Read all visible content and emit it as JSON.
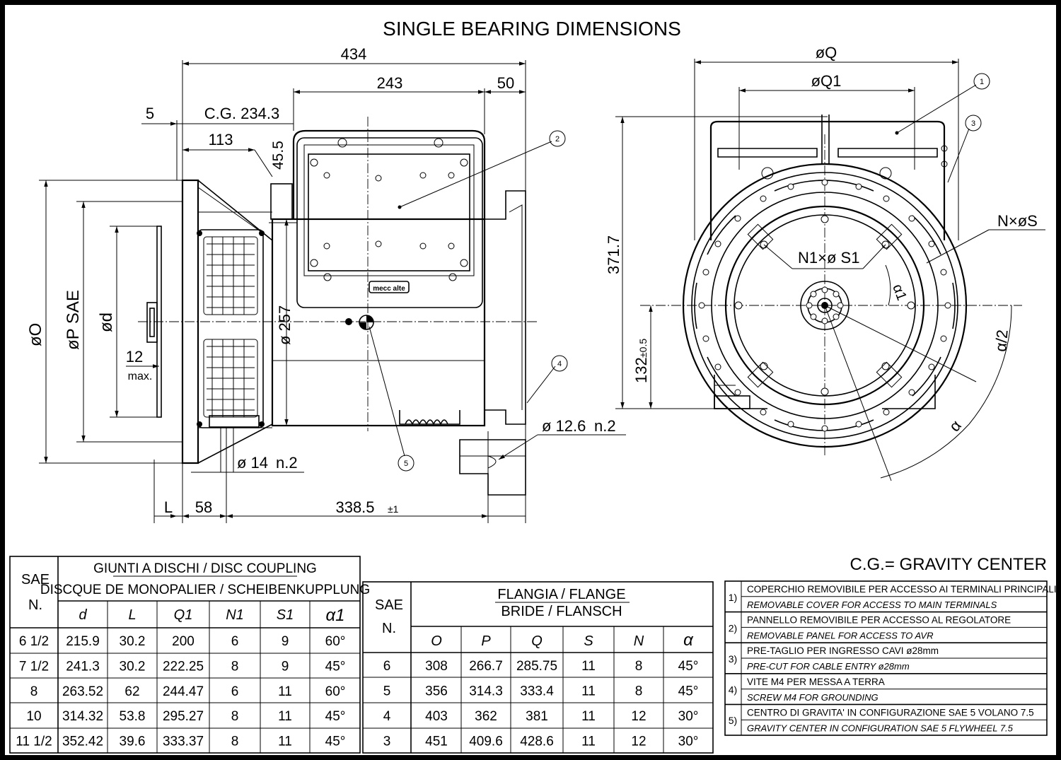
{
  "title": "SINGLE BEARING DIMENSIONS",
  "gravity_center_note": "C.G.= GRAVITY CENTER",
  "side_view": {
    "dims": {
      "overall": "434",
      "frame": "243",
      "end": "50",
      "offset": "5",
      "cg": "C.G. 234.3",
      "d113": "113",
      "d455": "45.5",
      "phi_o": "øO",
      "phi_p": "øP SAE",
      "phi_d": "ød",
      "max_val": "12",
      "max_label": "max.",
      "phi257": "ø 257",
      "phi14": "ø 14",
      "phi14_n": "n.2",
      "phi126": "ø 12.6",
      "phi126_n": "n.2",
      "l": "L",
      "d58": "58",
      "d3385": "338.5",
      "tol1": "±1"
    },
    "brand": "mecc alte"
  },
  "front_view": {
    "dims": {
      "phi_q": "øQ",
      "phi_q1": "øQ1",
      "h3717": "371.7",
      "h132": "132",
      "tol05": "±0.5",
      "nxs": "N×øS",
      "n1s1": "N1×ø S1",
      "alpha1": "α1",
      "alpha_half": "α/2",
      "alpha": "α"
    }
  },
  "callouts": [
    "1",
    "2",
    "3",
    "4",
    "5"
  ],
  "disc_table": {
    "sae_head": "SAE",
    "n_head": "N.",
    "title1": "GIUNTI A DISCHI / DISC COUPLING",
    "title2": "DISCQUE DE MONOPALIER / SCHEIBENKUPPLUNG",
    "columns": [
      "d",
      "L",
      "Q1",
      "N1",
      "S1",
      "α1"
    ],
    "rows": [
      [
        "6 1/2",
        "215.9",
        "30.2",
        "200",
        "6",
        "9",
        "60°"
      ],
      [
        "7 1/2",
        "241.3",
        "30.2",
        "222.25",
        "8",
        "9",
        "45°"
      ],
      [
        "8",
        "263.52",
        "62",
        "244.47",
        "6",
        "11",
        "60°"
      ],
      [
        "10",
        "314.32",
        "53.8",
        "295.27",
        "8",
        "11",
        "45°"
      ],
      [
        "11 1/2",
        "352.42",
        "39.6",
        "333.37",
        "8",
        "11",
        "45°"
      ]
    ]
  },
  "flange_table": {
    "sae_head": "SAE",
    "n_head": "N.",
    "title1": "FLANGIA / FLANGE",
    "title2": "BRIDE / FLANSCH",
    "columns": [
      "O",
      "P",
      "Q",
      "S",
      "N",
      "α"
    ],
    "rows": [
      [
        "6",
        "308",
        "266.7",
        "285.75",
        "11",
        "8",
        "45°"
      ],
      [
        "5",
        "356",
        "314.3",
        "333.4",
        "11",
        "8",
        "45°"
      ],
      [
        "4",
        "403",
        "362",
        "381",
        "11",
        "12",
        "30°"
      ],
      [
        "3",
        "451",
        "409.6",
        "428.6",
        "11",
        "12",
        "30°"
      ]
    ]
  },
  "notes": [
    {
      "num": "1)",
      "it": "COPERCHIO REMOVIBILE PER ACCESSO AI TERMINALI PRINCIPALI",
      "en": "REMOVABLE COVER FOR ACCESS TO MAIN TERMINALS"
    },
    {
      "num": "2)",
      "it": "PANNELLO REMOVIBILE PER ACCESSO AL REGOLATORE",
      "en": "REMOVABLE PANEL FOR ACCESS TO AVR"
    },
    {
      "num": "3)",
      "it": "PRE-TAGLIO PER INGRESSO CAVI ø28mm",
      "en": "PRE-CUT FOR CABLE ENTRY ø28mm"
    },
    {
      "num": "4)",
      "it": "VITE M4 PER MESSA A TERRA",
      "en": "SCREW M4 FOR GROUNDING"
    },
    {
      "num": "5)",
      "it": "CENTRO DI GRAVITA' IN CONFIGURAZIONE SAE 5 VOLANO 7.5",
      "en": "GRAVITY CENTER IN CONFIGURATION SAE 5 FLYWHEEL 7.5"
    }
  ]
}
